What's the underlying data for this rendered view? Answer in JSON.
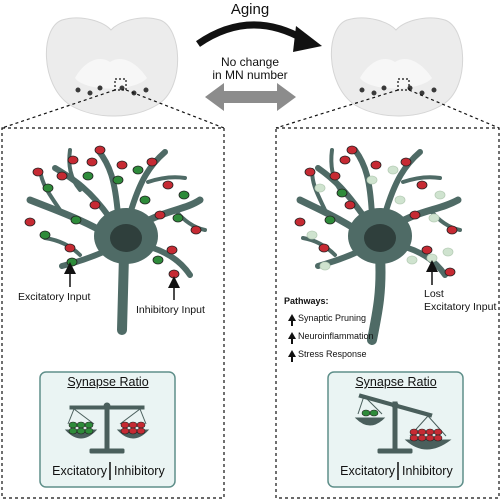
{
  "header": {
    "aging": "Aging",
    "no_change_line1": "No change",
    "no_change_line2": "in MN number"
  },
  "left_panel": {
    "excitatory_input": "Excitatory Input",
    "inhibitory_input": "Inhibitory Input",
    "synapse_ratio_title": "Synapse Ratio",
    "excitatory": "Excitatory",
    "inhibitory": "Inhibitory"
  },
  "right_panel": {
    "pathways_title": "Pathways:",
    "pathways": [
      "Synaptic Pruning",
      "Neuroinflammation",
      "Stress Response"
    ],
    "lost_line1": "Lost",
    "lost_line2": "Excitatory Input",
    "synapse_ratio_title": "Synapse Ratio",
    "excitatory": "Excitatory",
    "inhibitory": "Inhibitory"
  },
  "colors": {
    "neuron": "#4f6b66",
    "excitatory_green": "#2e8b3a",
    "inhibitory_red": "#c62a33",
    "lost_synapse": "#cfe3cf",
    "box_fill": "#eaf4f3",
    "box_border": "#5f8f8a",
    "spinal_cord": "#ebebeb",
    "double_arrow": "#8c8c8c"
  }
}
